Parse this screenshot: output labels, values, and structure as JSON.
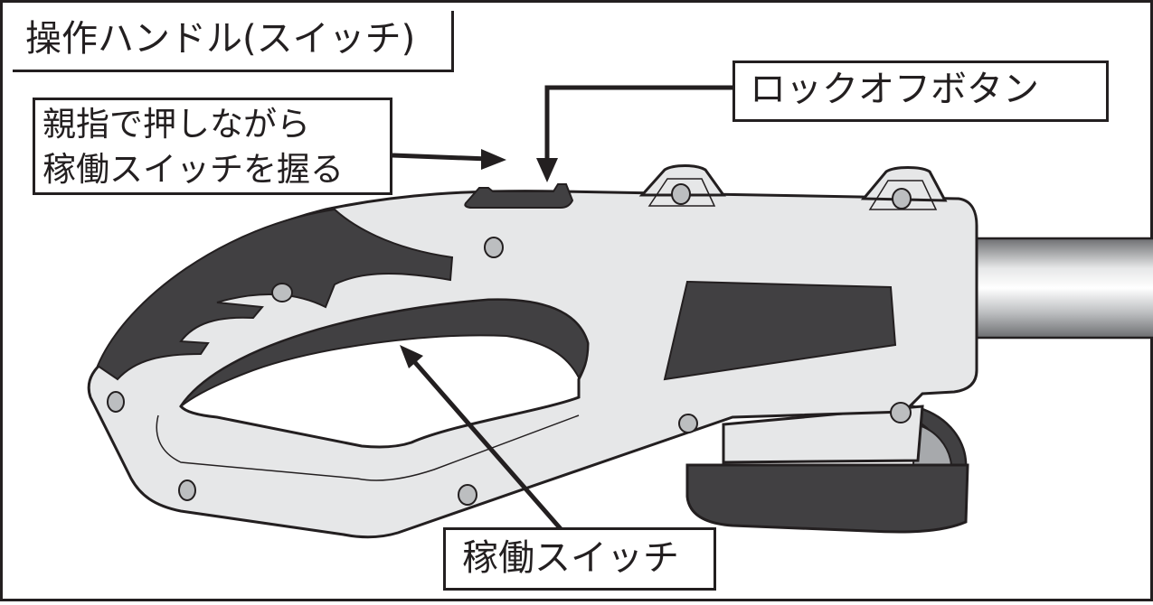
{
  "labels": {
    "title": "操作ハンドル(スイッチ)",
    "lock_off_button": "ロックオフボタン",
    "thumb_instruction_line1": "親指で押しながら",
    "thumb_instruction_line2": "稼働スイッチを握る",
    "operating_switch": "稼働スイッチ"
  },
  "colors": {
    "outline": "#231f20",
    "body": "#e6e7e8",
    "dark_grip": "#414042",
    "shaft": "#a7a9ac",
    "background": "#ffffff"
  }
}
